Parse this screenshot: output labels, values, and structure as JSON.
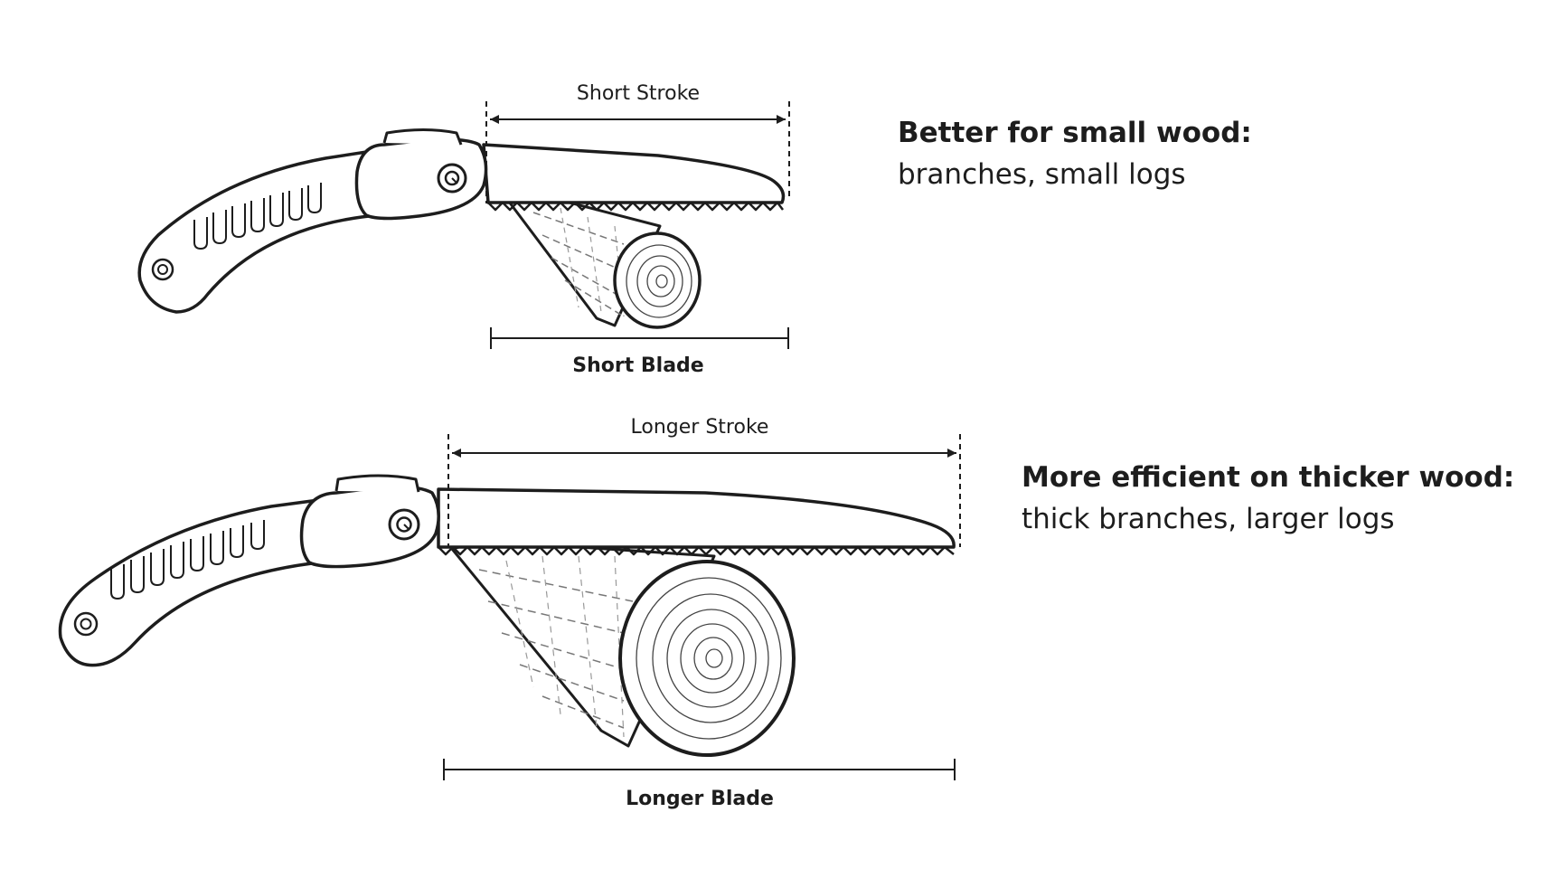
{
  "top_saw": {
    "stroke_label": "Short Stroke",
    "blade_label": "Short Blade",
    "note_heading": "Better for small wood:",
    "note_detail": "branches, small logs"
  },
  "bottom_saw": {
    "stroke_label": "Longer Stroke",
    "blade_label": "Longer Blade",
    "note_heading": "More efficient on thicker wood:",
    "note_detail": "thick branches, larger logs"
  },
  "colors": {
    "line": "#1d1d1d",
    "background": "#ffffff"
  }
}
